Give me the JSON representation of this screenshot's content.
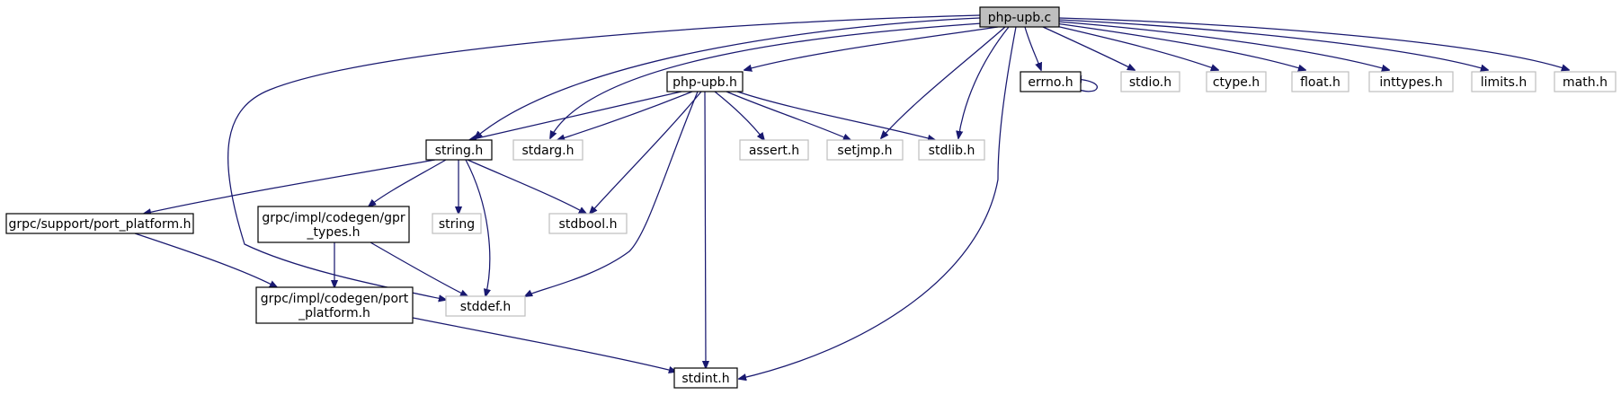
{
  "colors": {
    "edge": "#191970",
    "root_fill": "#bfbfbf",
    "node_stroke": "#000000",
    "external_stroke": "#bfbfbf",
    "text": "#000000"
  },
  "nodes": [
    {
      "id": "php_upb_c",
      "label": "php-upb.c",
      "style": "root"
    },
    {
      "id": "php_upb_h",
      "label": "php-upb.h",
      "style": "internal"
    },
    {
      "id": "errno_h",
      "label": "errno.h",
      "style": "internal"
    },
    {
      "id": "stdio_h",
      "label": "stdio.h",
      "style": "external"
    },
    {
      "id": "ctype_h",
      "label": "ctype.h",
      "style": "external"
    },
    {
      "id": "float_h",
      "label": "float.h",
      "style": "external"
    },
    {
      "id": "inttypes_h",
      "label": "inttypes.h",
      "style": "external"
    },
    {
      "id": "limits_h",
      "label": "limits.h",
      "style": "external"
    },
    {
      "id": "math_h",
      "label": "math.h",
      "style": "external"
    },
    {
      "id": "string_h",
      "label": "string.h",
      "style": "internal"
    },
    {
      "id": "stdarg_h",
      "label": "stdarg.h",
      "style": "external"
    },
    {
      "id": "assert_h",
      "label": "assert.h",
      "style": "external"
    },
    {
      "id": "setjmp_h",
      "label": "setjmp.h",
      "style": "external"
    },
    {
      "id": "stdlib_h",
      "label": "stdlib.h",
      "style": "external"
    },
    {
      "id": "port_platform_support",
      "label": "grpc/support/port_platform.h",
      "style": "internal"
    },
    {
      "id": "gpr_types",
      "label": [
        "grpc/impl/codegen/gpr",
        "_types.h"
      ],
      "style": "internal"
    },
    {
      "id": "string_std",
      "label": "string",
      "style": "external"
    },
    {
      "id": "stdbool_h",
      "label": "stdbool.h",
      "style": "external"
    },
    {
      "id": "port_platform_codegen",
      "label": [
        "grpc/impl/codegen/port",
        "_platform.h"
      ],
      "style": "internal"
    },
    {
      "id": "stddef_h",
      "label": "stddef.h",
      "style": "external"
    },
    {
      "id": "stdint_h",
      "label": "stdint.h",
      "style": "internal"
    }
  ],
  "edges": [
    [
      "php_upb_c",
      "php_upb_h"
    ],
    [
      "php_upb_c",
      "errno_h"
    ],
    [
      "php_upb_c",
      "stdio_h"
    ],
    [
      "php_upb_c",
      "ctype_h"
    ],
    [
      "php_upb_c",
      "float_h"
    ],
    [
      "php_upb_c",
      "inttypes_h"
    ],
    [
      "php_upb_c",
      "limits_h"
    ],
    [
      "php_upb_c",
      "math_h"
    ],
    [
      "php_upb_c",
      "string_h"
    ],
    [
      "php_upb_c",
      "stdarg_h"
    ],
    [
      "php_upb_c",
      "setjmp_h"
    ],
    [
      "php_upb_c",
      "stdlib_h"
    ],
    [
      "php_upb_c",
      "stddef_h"
    ],
    [
      "php_upb_c",
      "stdint_h"
    ],
    [
      "errno_h",
      "errno_h"
    ],
    [
      "php_upb_h",
      "string_h"
    ],
    [
      "php_upb_h",
      "stdarg_h"
    ],
    [
      "php_upb_h",
      "assert_h"
    ],
    [
      "php_upb_h",
      "setjmp_h"
    ],
    [
      "php_upb_h",
      "stdlib_h"
    ],
    [
      "php_upb_h",
      "stdbool_h"
    ],
    [
      "php_upb_h",
      "stddef_h"
    ],
    [
      "php_upb_h",
      "stdint_h"
    ],
    [
      "string_h",
      "port_platform_support"
    ],
    [
      "string_h",
      "gpr_types"
    ],
    [
      "string_h",
      "string_std"
    ],
    [
      "string_h",
      "stdbool_h"
    ],
    [
      "string_h",
      "stddef_h"
    ],
    [
      "port_platform_support",
      "port_platform_codegen"
    ],
    [
      "gpr_types",
      "port_platform_codegen"
    ],
    [
      "gpr_types",
      "stddef_h"
    ],
    [
      "port_platform_codegen",
      "stdint_h"
    ]
  ]
}
